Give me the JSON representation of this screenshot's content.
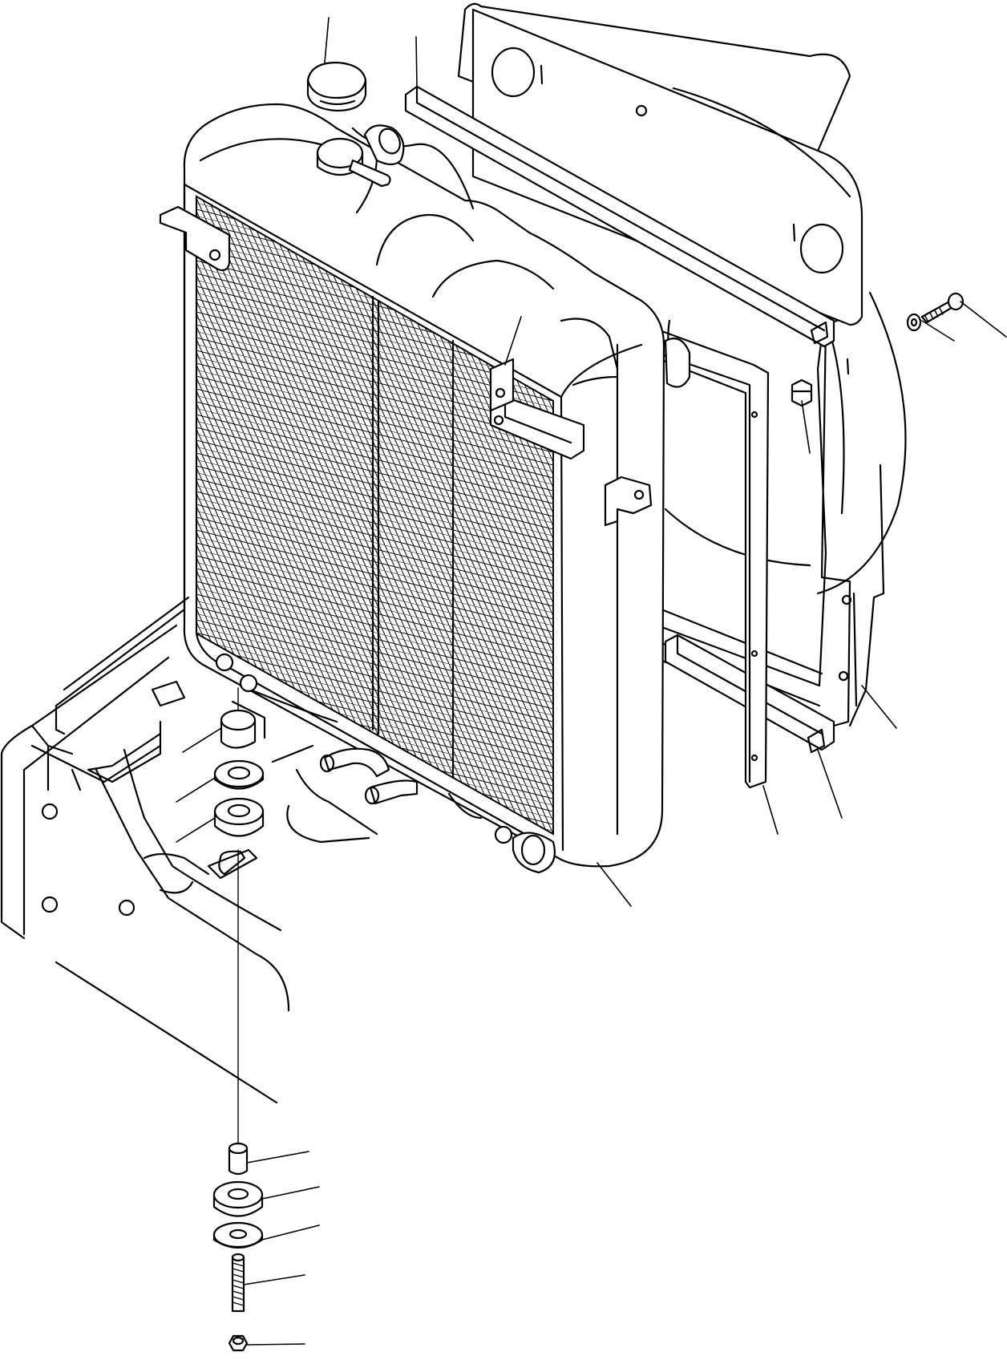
{
  "drawing": {
    "type": "exploded-parts-view",
    "colors": {
      "line": "#000000",
      "background": "#ffffff"
    },
    "parts": [
      {
        "id": "radiator-cap"
      },
      {
        "id": "upper-seal-strip"
      },
      {
        "id": "radiator-core"
      },
      {
        "id": "side-seal-frame"
      },
      {
        "id": "lower-seal-strip"
      },
      {
        "id": "fan-shroud"
      },
      {
        "id": "clip-nut"
      },
      {
        "id": "shroud-washer"
      },
      {
        "id": "shroud-bolt"
      },
      {
        "id": "mount-spacer-upper"
      },
      {
        "id": "mount-washer-upper"
      },
      {
        "id": "mount-cushion-upper"
      },
      {
        "id": "mount-collar-lower"
      },
      {
        "id": "mount-cushion-lower"
      },
      {
        "id": "mount-washer-lower"
      },
      {
        "id": "mount-bolt"
      },
      {
        "id": "mount-nut"
      },
      {
        "id": "support-bracket"
      },
      {
        "id": "hose-fittings"
      },
      {
        "id": "drain-port"
      }
    ]
  }
}
